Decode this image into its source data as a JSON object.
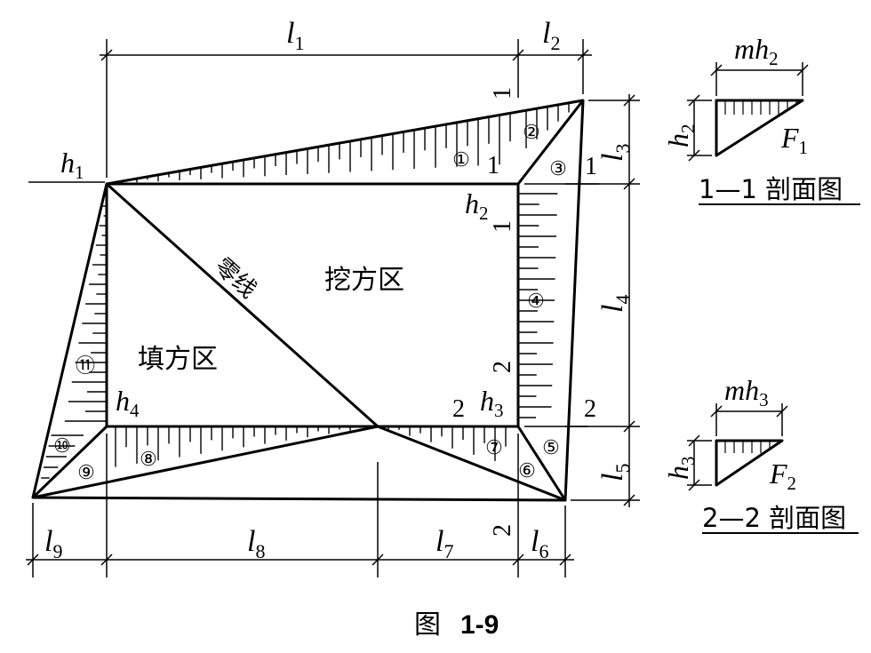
{
  "labels": {
    "l1": [
      "l",
      "1"
    ],
    "l2": [
      "l",
      "2"
    ],
    "l3": [
      "l",
      "3"
    ],
    "l4": [
      "l",
      "4"
    ],
    "l5": [
      "l",
      "5"
    ],
    "l6": [
      "l",
      "6"
    ],
    "l7": [
      "l",
      "7"
    ],
    "l8": [
      "l",
      "8"
    ],
    "l9": [
      "l",
      "9"
    ],
    "h1": [
      "h",
      "1"
    ],
    "h2": [
      "h",
      "2"
    ],
    "h3": [
      "h",
      "3"
    ],
    "h4": [
      "h",
      "4"
    ]
  },
  "zones": {
    "cut": "挖方区",
    "fill": "填方区",
    "zero_line": "零线"
  },
  "slope_marks": {
    "one": "1",
    "two": "2"
  },
  "regions": [
    "①",
    "②",
    "③",
    "④",
    "⑤",
    "⑥",
    "⑦",
    "⑧",
    "⑨",
    "⑩",
    "⑪"
  ],
  "sections": {
    "s1": {
      "width": [
        "mh",
        "2"
      ],
      "height": [
        "h",
        "2"
      ],
      "area": [
        "F",
        "1"
      ],
      "title": "1—1 剖面图"
    },
    "s2": {
      "width": [
        "mh",
        "3"
      ],
      "height": [
        "h",
        "3"
      ],
      "area": [
        "F",
        "2"
      ],
      "title": "2—2 剖面图"
    }
  },
  "caption": {
    "prefix": "图",
    "number": "1-9"
  }
}
